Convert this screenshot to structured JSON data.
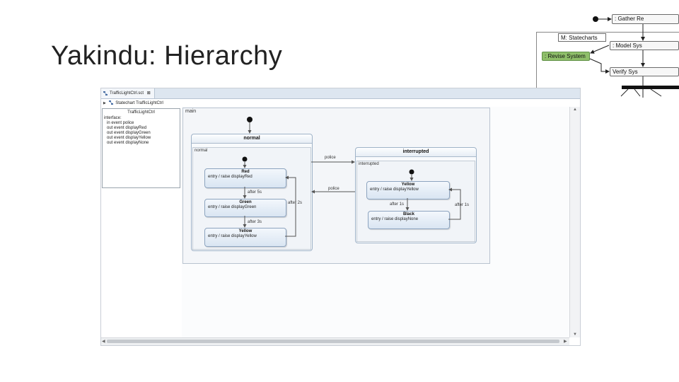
{
  "slide": {
    "title": "Yakindu: Hierarchy"
  },
  "flow_diagram": {
    "box_gather": ": Gather Re",
    "box_statecharts": "M: Statecharts",
    "box_model": ": Model Sys",
    "box_revise": ": Revise System",
    "box_verify": "Verify Sys",
    "colors": {
      "revise_fill": "#8fbf6a"
    }
  },
  "editor": {
    "tab_label": "TrafficLightCtrl.sct",
    "tab_close": "⊠",
    "breadcrumb": "Statechart TrafficLightCtrl",
    "interface": {
      "title": "TrafficLightCtrl",
      "lines": [
        "interface:",
        "in event police",
        "out event displayRed",
        "out event displayGreen",
        "out event displayYellow",
        "out event displayNone"
      ]
    }
  },
  "statechart": {
    "main_region": "main",
    "normal": {
      "name": "normal",
      "region": "normal",
      "states": [
        {
          "name": "Red",
          "entry": "entry / raise displayRed"
        },
        {
          "name": "Green",
          "entry": "entry / raise displayGreen"
        },
        {
          "name": "Yellow",
          "entry": "entry / raise displayYellow"
        }
      ],
      "transitions": [
        "after 5s",
        "after 3s",
        "after 2s"
      ]
    },
    "interrupted": {
      "name": "interrupted",
      "region": "interrupted",
      "states": [
        {
          "name": "Yellow",
          "entry": "entry / raise displayYellow"
        },
        {
          "name": "Black",
          "entry": "entry / raise displayNone"
        }
      ],
      "transitions": [
        "after 1s",
        "after 1s"
      ]
    },
    "police_labels": [
      "police",
      "police"
    ]
  }
}
